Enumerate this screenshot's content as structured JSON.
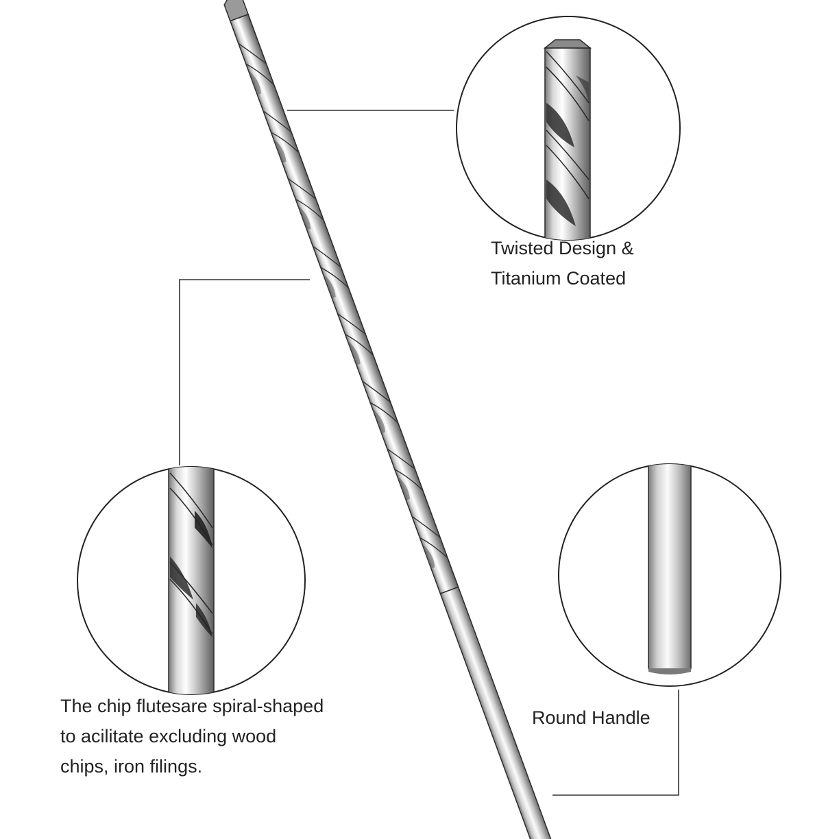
{
  "captions": {
    "tip": [
      "Twisted Design &",
      "Titanium Coated"
    ],
    "flute": [
      "The chip flutesare spiral-shaped",
      "to acilitate excluding wood",
      "chips, iron filings."
    ],
    "handle": "Round Handle"
  },
  "colors": {
    "background": "#ffffff",
    "steel_dark": "#6f6f6f",
    "steel_mid": "#b9b9b9",
    "steel_light": "#f2f2f2",
    "outline": "#222222",
    "callout_line": "#333333",
    "text": "#222222"
  },
  "icons": {
    "drill_bit": "drill-bit-illustration",
    "tip_zoom": "tip-detail-circle",
    "flute_zoom": "flute-detail-circle",
    "handle_zoom": "handle-detail-circle"
  }
}
